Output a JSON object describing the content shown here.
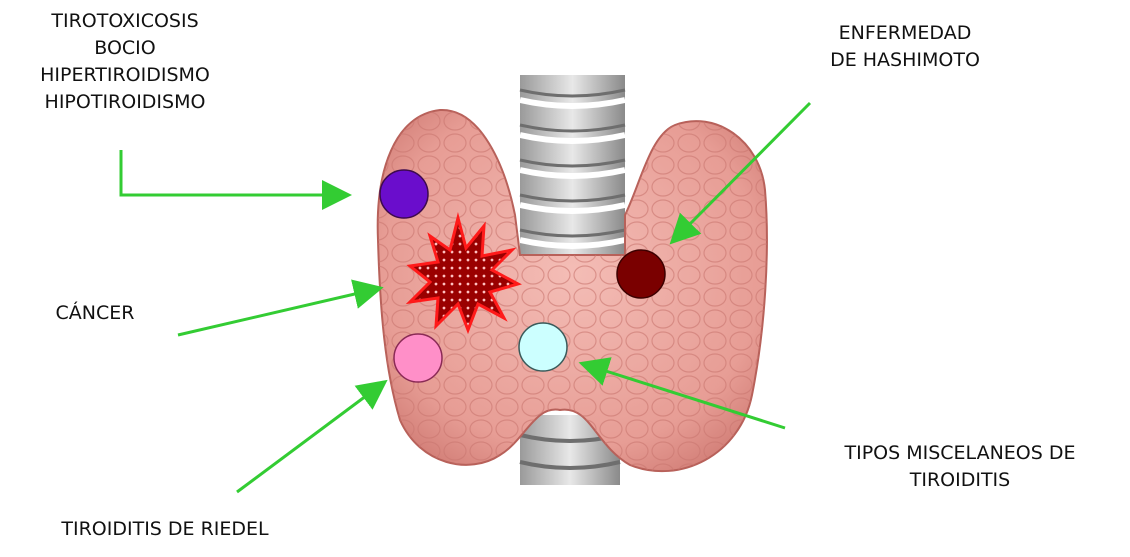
{
  "labels": {
    "top_left": [
      "TIROTOXICOSIS",
      "BOCIO",
      "HIPERTIROIDISMO",
      "HIPOTIROIDISMO"
    ],
    "hashimoto": [
      "ENFERMEDAD",
      "DE HASHIMOTO"
    ],
    "cancer": [
      "CÁNCER"
    ],
    "misc": [
      "TIPOS MISCELANEOS DE",
      "TIROIDITIS"
    ],
    "riedel": [
      "TIROIDITIS DE RIEDEL"
    ]
  },
  "colors": {
    "arrow": "#33cc33",
    "tirotoxicosis_marker": "#6a0dcc",
    "hashimoto_marker": "#7a0000",
    "riedel_marker": "#ff8fc8",
    "misc_marker": "#ccffff",
    "cancer_marker": "#9a0000",
    "cancer_outline": "#ff1a1a",
    "gland": "#e89a94"
  }
}
